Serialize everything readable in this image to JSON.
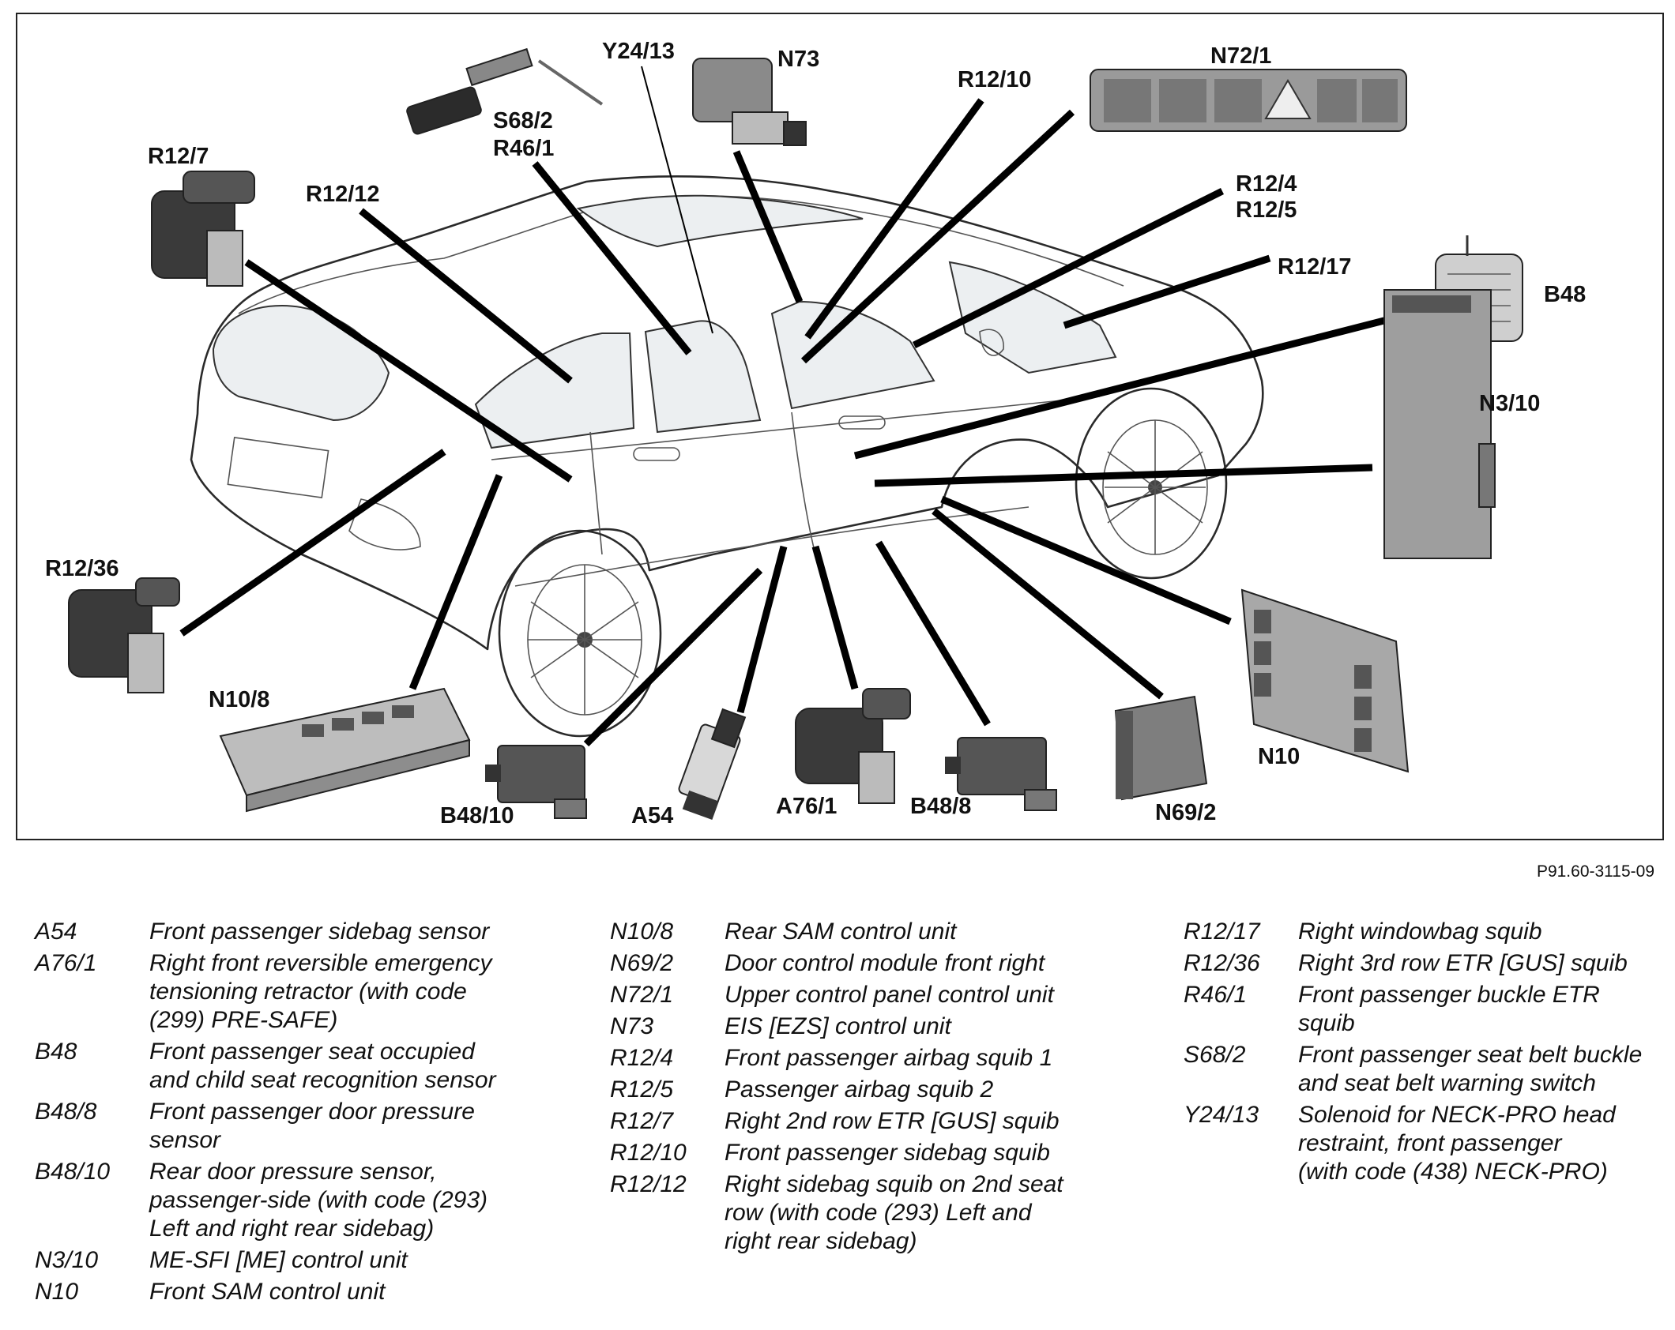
{
  "reference_code": "P91.60-3115-09",
  "callouts": {
    "R12_7": "R12/7",
    "R12_12": "R12/12",
    "S68_2": "S68/2",
    "R46_1": "R46/1",
    "Y24_13": "Y24/13",
    "N73": "N73",
    "R12_10": "R12/10",
    "N72_1": "N72/1",
    "R12_4": "R12/4",
    "R12_5": "R12/5",
    "R12_17": "R12/17",
    "B48": "B48",
    "N3_10": "N3/10",
    "R12_36": "R12/36",
    "N10_8": "N10/8",
    "B48_10": "B48/10",
    "A54": "A54",
    "A76_1": "A76/1",
    "B48_8": "B48/8",
    "N69_2": "N69/2",
    "N10": "N10"
  },
  "legend": {
    "col1": [
      {
        "code": "A54",
        "desc": "Front passenger sidebag sensor"
      },
      {
        "code": "A76/1",
        "desc": "Right front reversible emergency\ntensioning retractor (with code\n(299) PRE-SAFE)"
      },
      {
        "code": "B48",
        "desc": "Front passenger seat occupied\nand child seat recognition sensor"
      },
      {
        "code": "B48/8",
        "desc": "Front passenger door pressure\nsensor"
      },
      {
        "code": "B48/10",
        "desc": "Rear door pressure sensor,\npassenger-side (with code (293)\nLeft and right rear sidebag)"
      },
      {
        "code": "N3/10",
        "desc": "ME-SFI [ME] control unit"
      },
      {
        "code": "N10",
        "desc": "Front SAM control unit"
      }
    ],
    "col2": [
      {
        "code": "N10/8",
        "desc": "Rear SAM control unit"
      },
      {
        "code": "N69/2",
        "desc": "Door control module front right"
      },
      {
        "code": "N72/1",
        "desc": "Upper control panel control unit"
      },
      {
        "code": "N73",
        "desc": "EIS [EZS] control unit"
      },
      {
        "code": "R12/4",
        "desc": "Front passenger airbag squib 1"
      },
      {
        "code": "R12/5",
        "desc": "Passenger airbag squib 2"
      },
      {
        "code": "R12/7",
        "desc": "Right 2nd row ETR [GUS] squib"
      },
      {
        "code": "R12/10",
        "desc": "Front passenger sidebag squib"
      },
      {
        "code": "R12/12",
        "desc": "Right sidebag squib on 2nd seat\nrow (with code (293) Left and\nright rear sidebag)"
      }
    ],
    "col3": [
      {
        "code": "R12/17",
        "desc": "Right windowbag squib"
      },
      {
        "code": "R12/36",
        "desc": "Right 3rd row ETR [GUS] squib"
      },
      {
        "code": "R46/1",
        "desc": "Front passenger buckle ETR\nsquib"
      },
      {
        "code": "S68/2",
        "desc": "Front passenger seat belt buckle\nand seat belt warning switch"
      },
      {
        "code": "Y24/13",
        "desc": "Solenoid for NECK-PRO head\nrestraint, front passenger\n(with code (438) NECK-PRO)"
      }
    ]
  }
}
